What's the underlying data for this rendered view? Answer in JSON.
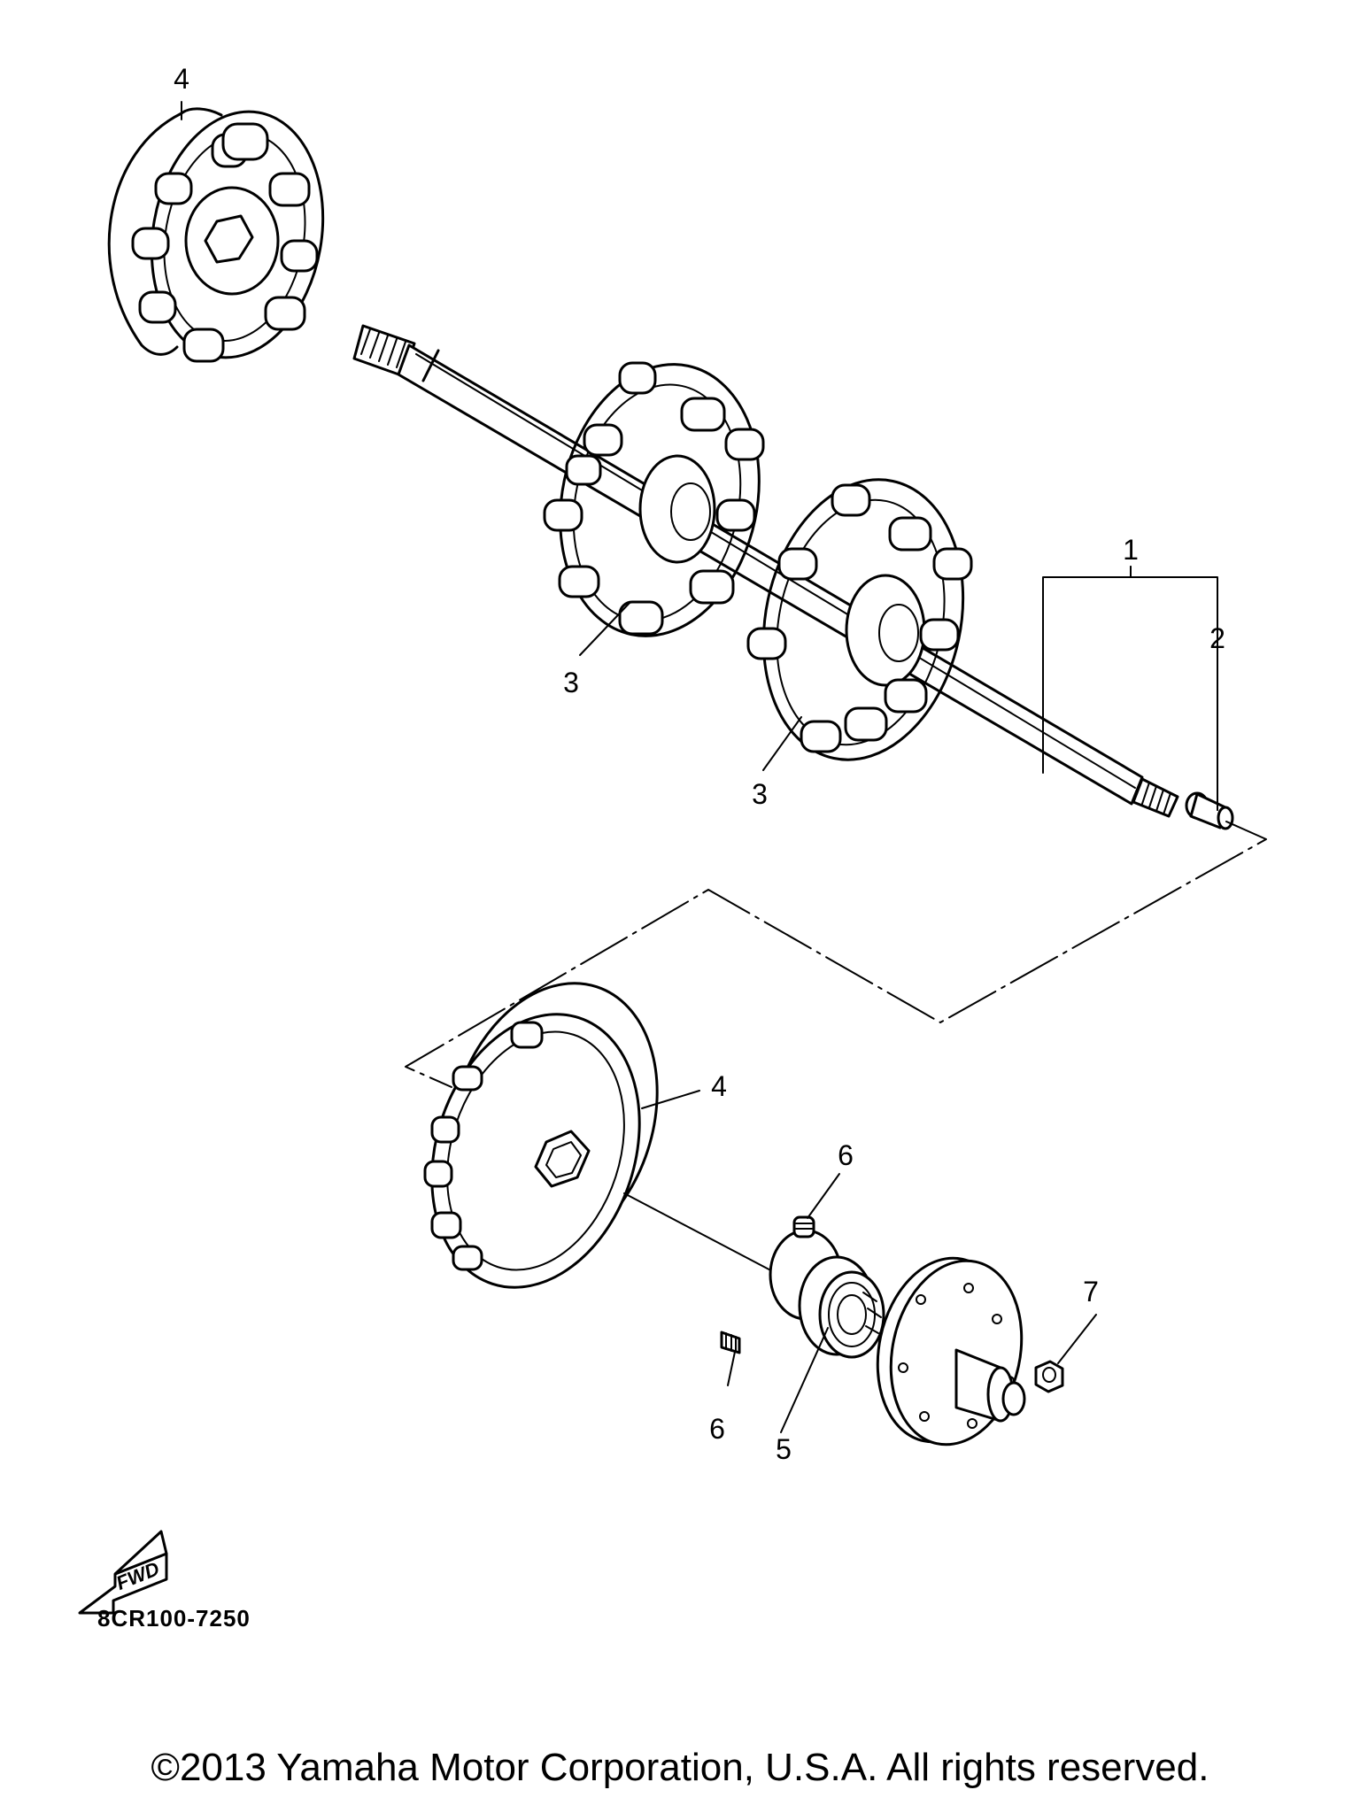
{
  "callouts": {
    "c1": "1",
    "c2": "2",
    "c3a": "3",
    "c3b": "3",
    "c4a": "4",
    "c4b": "4",
    "c5": "5",
    "c6a": "6",
    "c6b": "6",
    "c7": "7"
  },
  "fwd_label": "FWD",
  "part_code": "8CR100-7250",
  "copyright": "©2013 Yamaha Motor Corporation, U.S.A. All rights reserved."
}
